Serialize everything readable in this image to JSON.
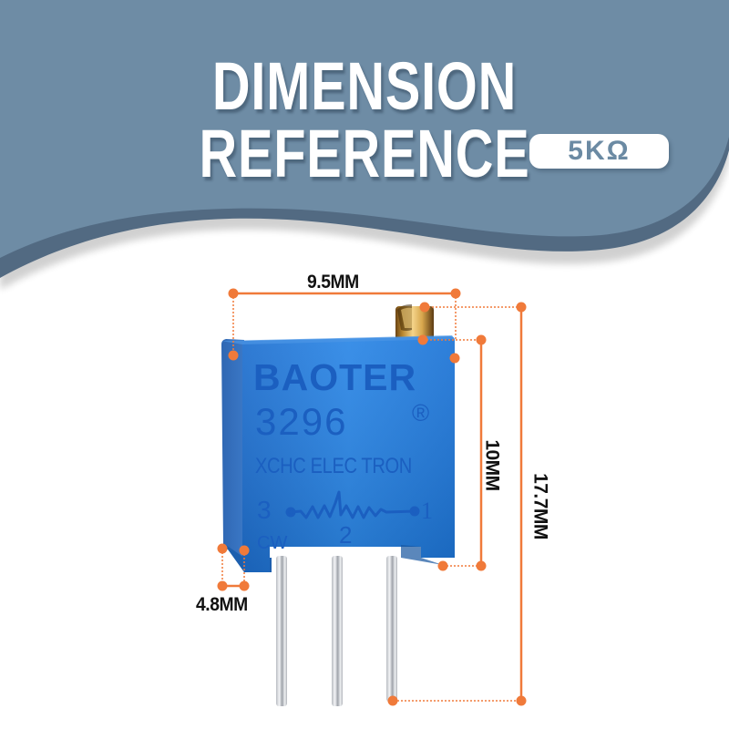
{
  "header": {
    "title": "DIMENSION REFERENCE",
    "badge": "5KΩ",
    "background_color": "#6e8ca5",
    "shadow_color": "#526a82"
  },
  "component": {
    "brand": "BAOTER",
    "model": "3296",
    "registered_mark": "®",
    "manufacturer": "XCHC ELEC TRON",
    "pin_left": "3",
    "pin_right": "1",
    "pin_wiper": "2",
    "direction": "CW",
    "body_color": "#1f7ad8",
    "text_color": "#1b5fc0",
    "adjuster_color": "#d9a94a"
  },
  "dimensions": {
    "width": {
      "label": "9.5MM",
      "value_mm": 9.5
    },
    "body_height": {
      "label": "10MM",
      "value_mm": 10
    },
    "total_height": {
      "label": "17.7MM",
      "value_mm": 17.7
    },
    "depth": {
      "label": "4.8MM",
      "value_mm": 4.8
    },
    "marker_color": "#f07a3a"
  }
}
